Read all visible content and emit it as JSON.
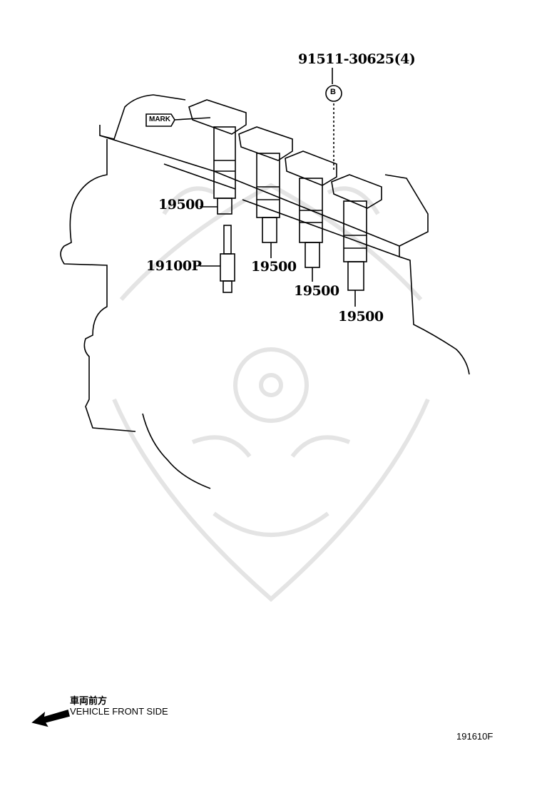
{
  "diagram": {
    "callouts": {
      "bolt": "91511-30625(4)",
      "bolt_ref": "B",
      "mark": "MARK",
      "coil_1": "19500",
      "coil_2": "19500",
      "coil_3": "19500",
      "coil_4": "19500",
      "spark_plug": "19100P"
    },
    "direction": {
      "japanese": "車両前方",
      "english": "VEHICLE FRONT SIDE",
      "icon": "arrow-left-down-icon"
    },
    "figure_code": "191610F"
  }
}
